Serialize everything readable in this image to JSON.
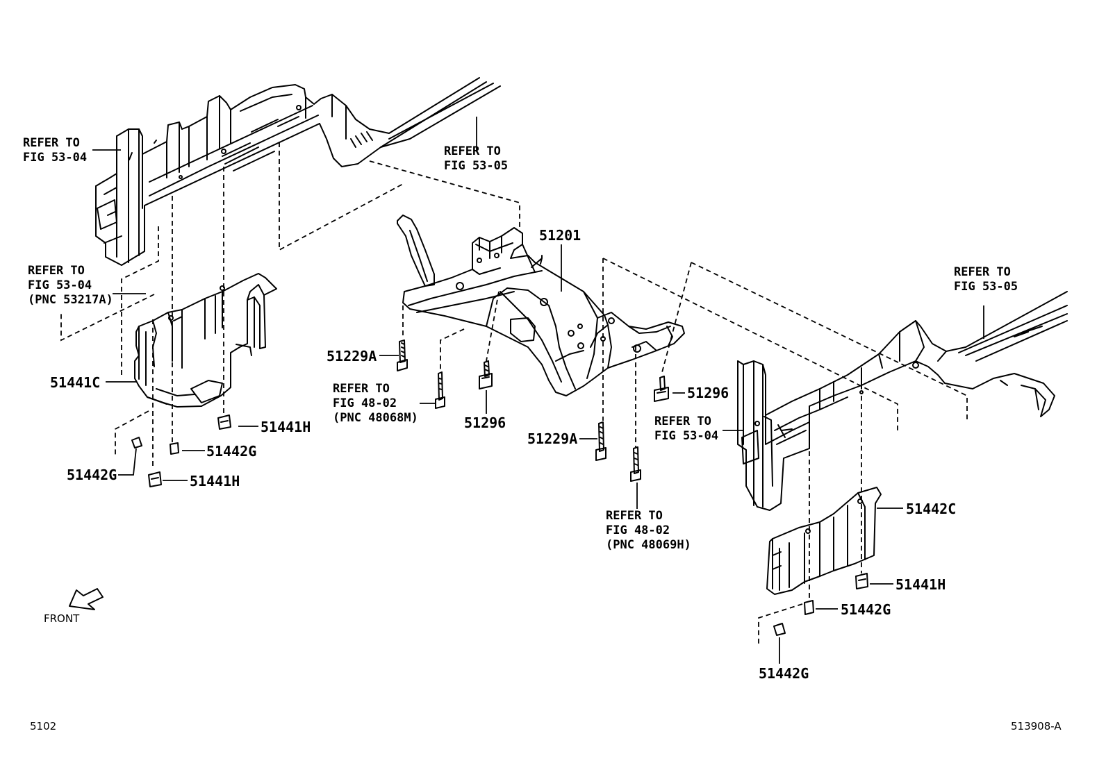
{
  "refs": {
    "fig5304_left_top": [
      "REFER TO",
      "FIG 53-04"
    ],
    "fig5305_top": [
      "REFER TO",
      "FIG 53-05"
    ],
    "fig5304_left_mid": [
      "REFER TO",
      "FIG 53-04",
      "(PNC 53217A)"
    ],
    "fig4802_m": [
      "REFER TO",
      "FIG 48-02",
      "(PNC 48068M)"
    ],
    "fig5305_right": [
      "REFER TO",
      "FIG 53-05"
    ],
    "fig5304_right": [
      "REFER TO",
      "FIG 53-04"
    ],
    "fig4802_h": [
      "REFER TO",
      "FIG 48-02",
      "(PNC 48069H)"
    ]
  },
  "parts": {
    "p51201": "51201",
    "p51229A_left": "51229A",
    "p51229A_right": "51229A",
    "p51296_center": "51296",
    "p51296_right": "51296",
    "p51441C": "51441C",
    "p51441H_a": "51441H",
    "p51441H_b": "51441H",
    "p51441H_c": "51441H",
    "p51442G_a": "51442G",
    "p51442G_b": "51442G",
    "p51442G_c": "51442G",
    "p51442G_d": "51442G",
    "p51442C": "51442C"
  },
  "front_label": "FRONT",
  "page_code": "5102",
  "illustration_code": "513908-A"
}
